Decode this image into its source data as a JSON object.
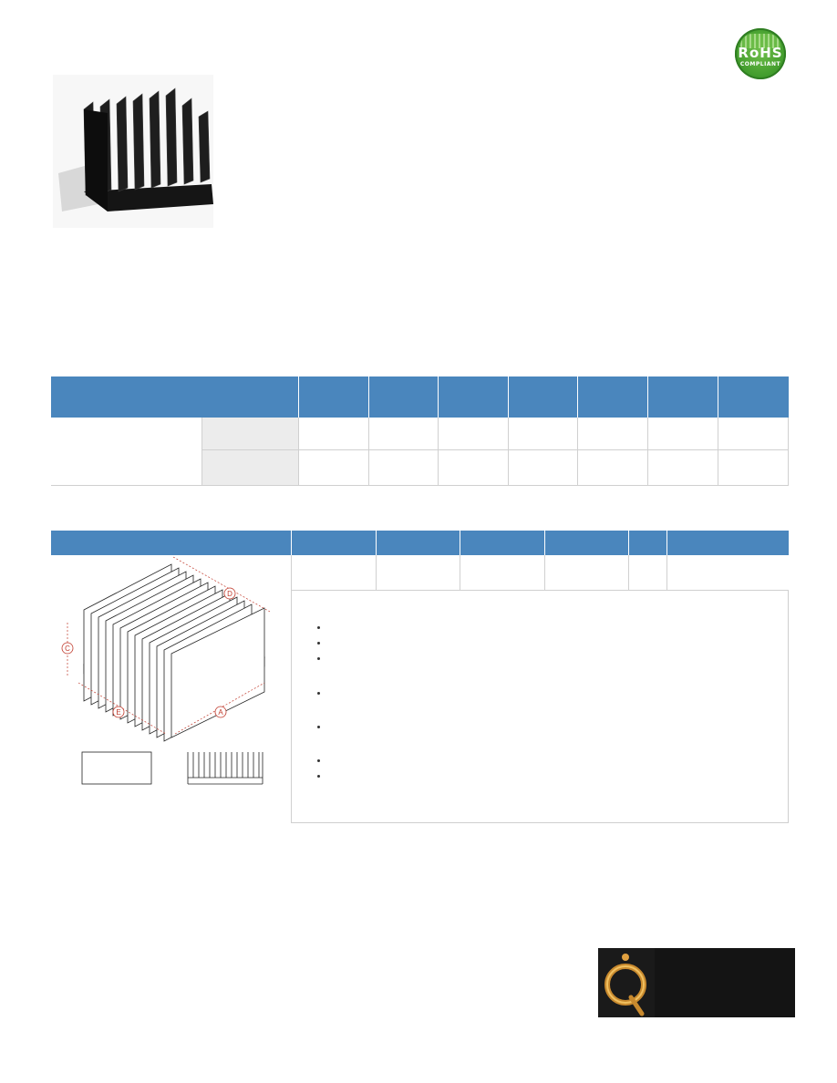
{
  "header": {
    "badge": {
      "line1": "RoHS",
      "line2": "COMPLIANT",
      "color": "#3f9a2b"
    }
  },
  "product_photo": {
    "icon": "heatsink-photo"
  },
  "features": [
    "",
    "",
    ""
  ],
  "spec_table": {
    "header_color": "#4a86bd",
    "columns": [
      "",
      "",
      "",
      "",
      "",
      "",
      ""
    ],
    "rows": [
      {
        "group": "",
        "label": "",
        "values": [
          "",
          "",
          "",
          "",
          "",
          ""
        ]
      },
      {
        "group": "",
        "label": "",
        "values": [
          "",
          "",
          "",
          "",
          "",
          ""
        ]
      }
    ]
  },
  "dimension_table": {
    "columns": [
      "",
      "",
      "",
      "",
      "",
      "",
      ""
    ],
    "values": [
      "",
      "",
      "",
      "",
      "",
      ""
    ],
    "diagram_labels": [
      "D",
      "C",
      "E",
      "A"
    ],
    "notes": [
      "",
      "",
      "",
      "",
      "",
      "",
      ""
    ]
  },
  "footer": {
    "logo": "Q"
  }
}
